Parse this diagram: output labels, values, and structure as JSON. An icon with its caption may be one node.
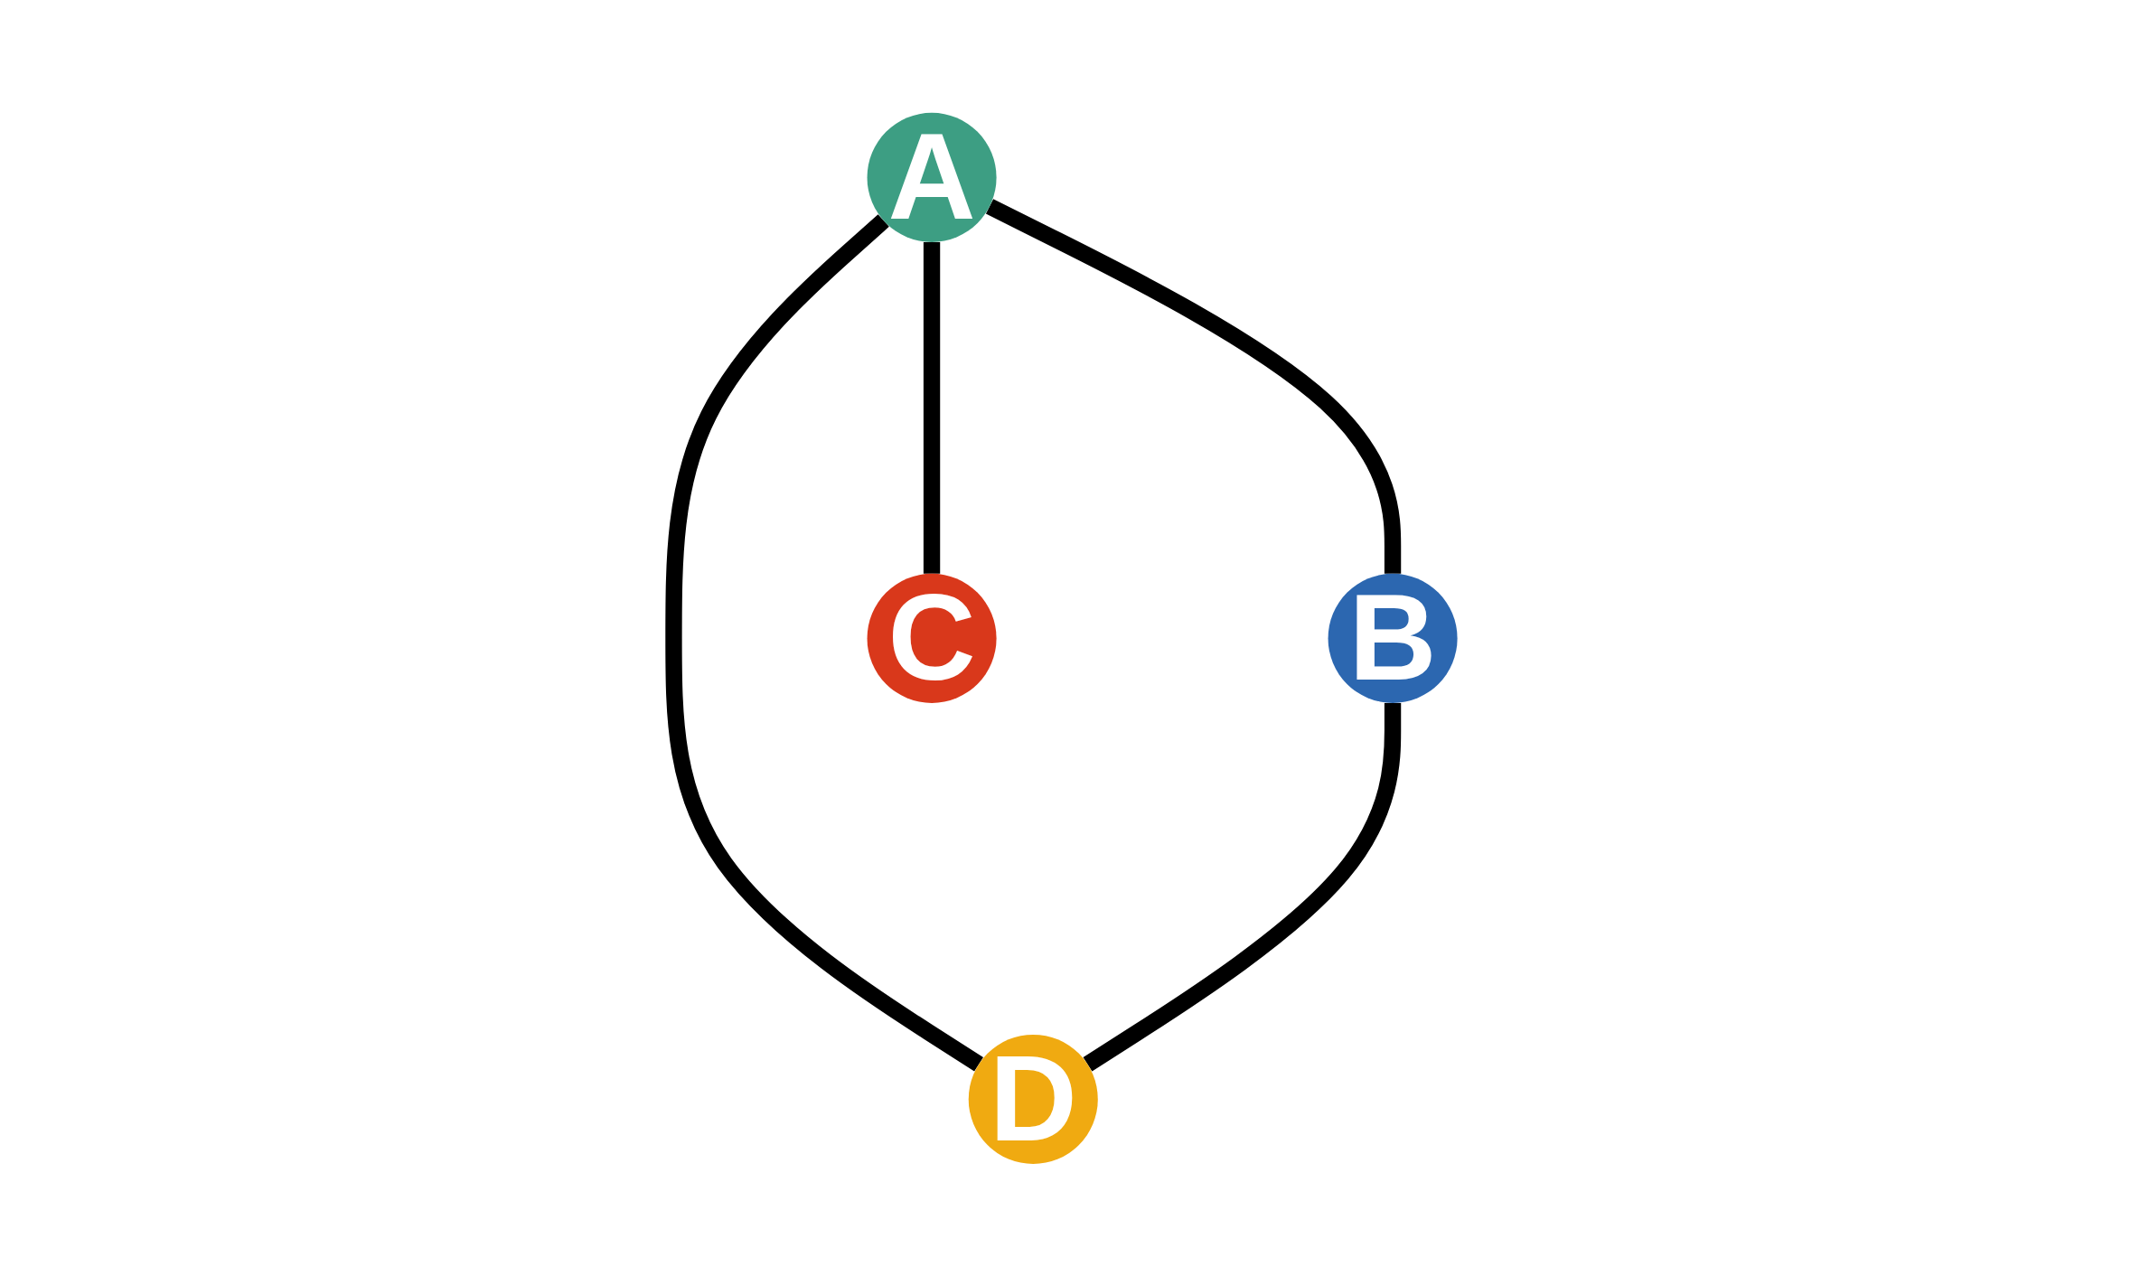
{
  "diagram": {
    "nodes": [
      {
        "text": [
          "A"
        ]
      },
      {
        "text": [
          "B"
        ]
      },
      {
        "text": [
          "C"
        ]
      },
      {
        "text": [
          "D"
        ]
      }
    ],
    "edges": [
      {
        "from": 0,
        "to": 1,
        "arrow": "none"
      },
      {
        "from": 0,
        "to": 2,
        "arrow": "none"
      },
      {
        "from": 0,
        "to": 3,
        "arrow": "none"
      },
      {
        "from": 1,
        "to": 3,
        "arrow": "none"
      }
    ]
  }
}
